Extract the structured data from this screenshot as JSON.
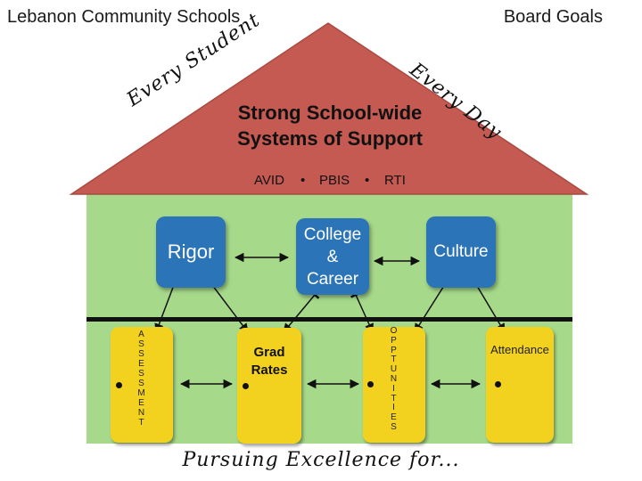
{
  "header": {
    "left_title": "Lebanon Community Schools",
    "right_title": "Board Goals"
  },
  "roof": {
    "left_tagline": "Every Student",
    "right_tagline": "Every Day",
    "title_line1": "Strong School-wide",
    "title_line2": "Systems of Support",
    "pillars": [
      "AVID",
      "PBIS",
      "RTI"
    ],
    "separator": "•"
  },
  "blue_boxes": {
    "rigor": "Rigor",
    "college_line1": "College",
    "college_line2": "&",
    "college_line3": "Career",
    "culture": "Culture"
  },
  "yellow_boxes": {
    "assessment": [
      "A",
      "S",
      "S",
      "E",
      "S",
      "S",
      "M",
      "E",
      "N",
      "T"
    ],
    "grad_line1": "Grad",
    "grad_line2": "Rates",
    "opportunities": [
      "O",
      "P",
      "P",
      "T",
      "U",
      "N",
      "I",
      "T",
      "I",
      "E",
      "S"
    ],
    "attendance": "Attendance",
    "bullet": "•"
  },
  "footer": {
    "tagline": "Pursuing Excellence for..."
  },
  "colors": {
    "roof": "#c45a52",
    "house_body": "#a6d98a",
    "blue_box": "#2b74b8",
    "yellow_box": "#f3d21f"
  }
}
